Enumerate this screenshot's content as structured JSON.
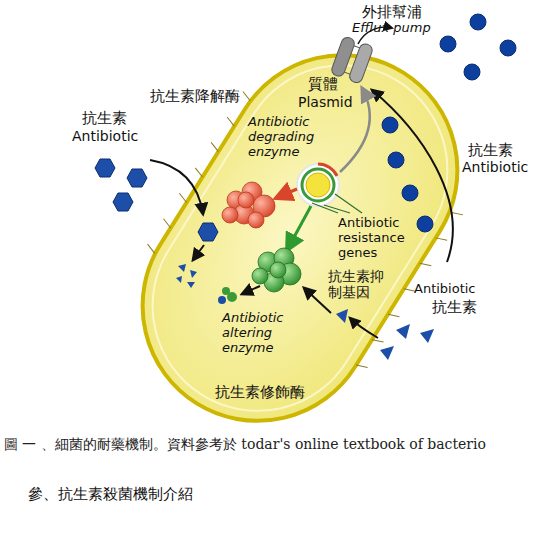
{
  "diagram": {
    "caption": "圖 一 、細菌的耐藥機制。資料參考於 todar's online textbook of bacterio",
    "labels": [
      "外排幫浦",
      "Efflux pump",
      "抗生素降解酶",
      "Antibiotic degrading enzyme",
      "質體",
      "Plasmid",
      "抗生素",
      "Antibiotic",
      "抗生素",
      "Antibiotic",
      "Antibiotic resistance genes",
      "抗生素抑制基因",
      "Antibiotic",
      "抗生素",
      "Antibiotic altering enzyme",
      "抗生素修飾酶",
      "參、抗生素殺菌機制介紹"
    ]
  }
}
